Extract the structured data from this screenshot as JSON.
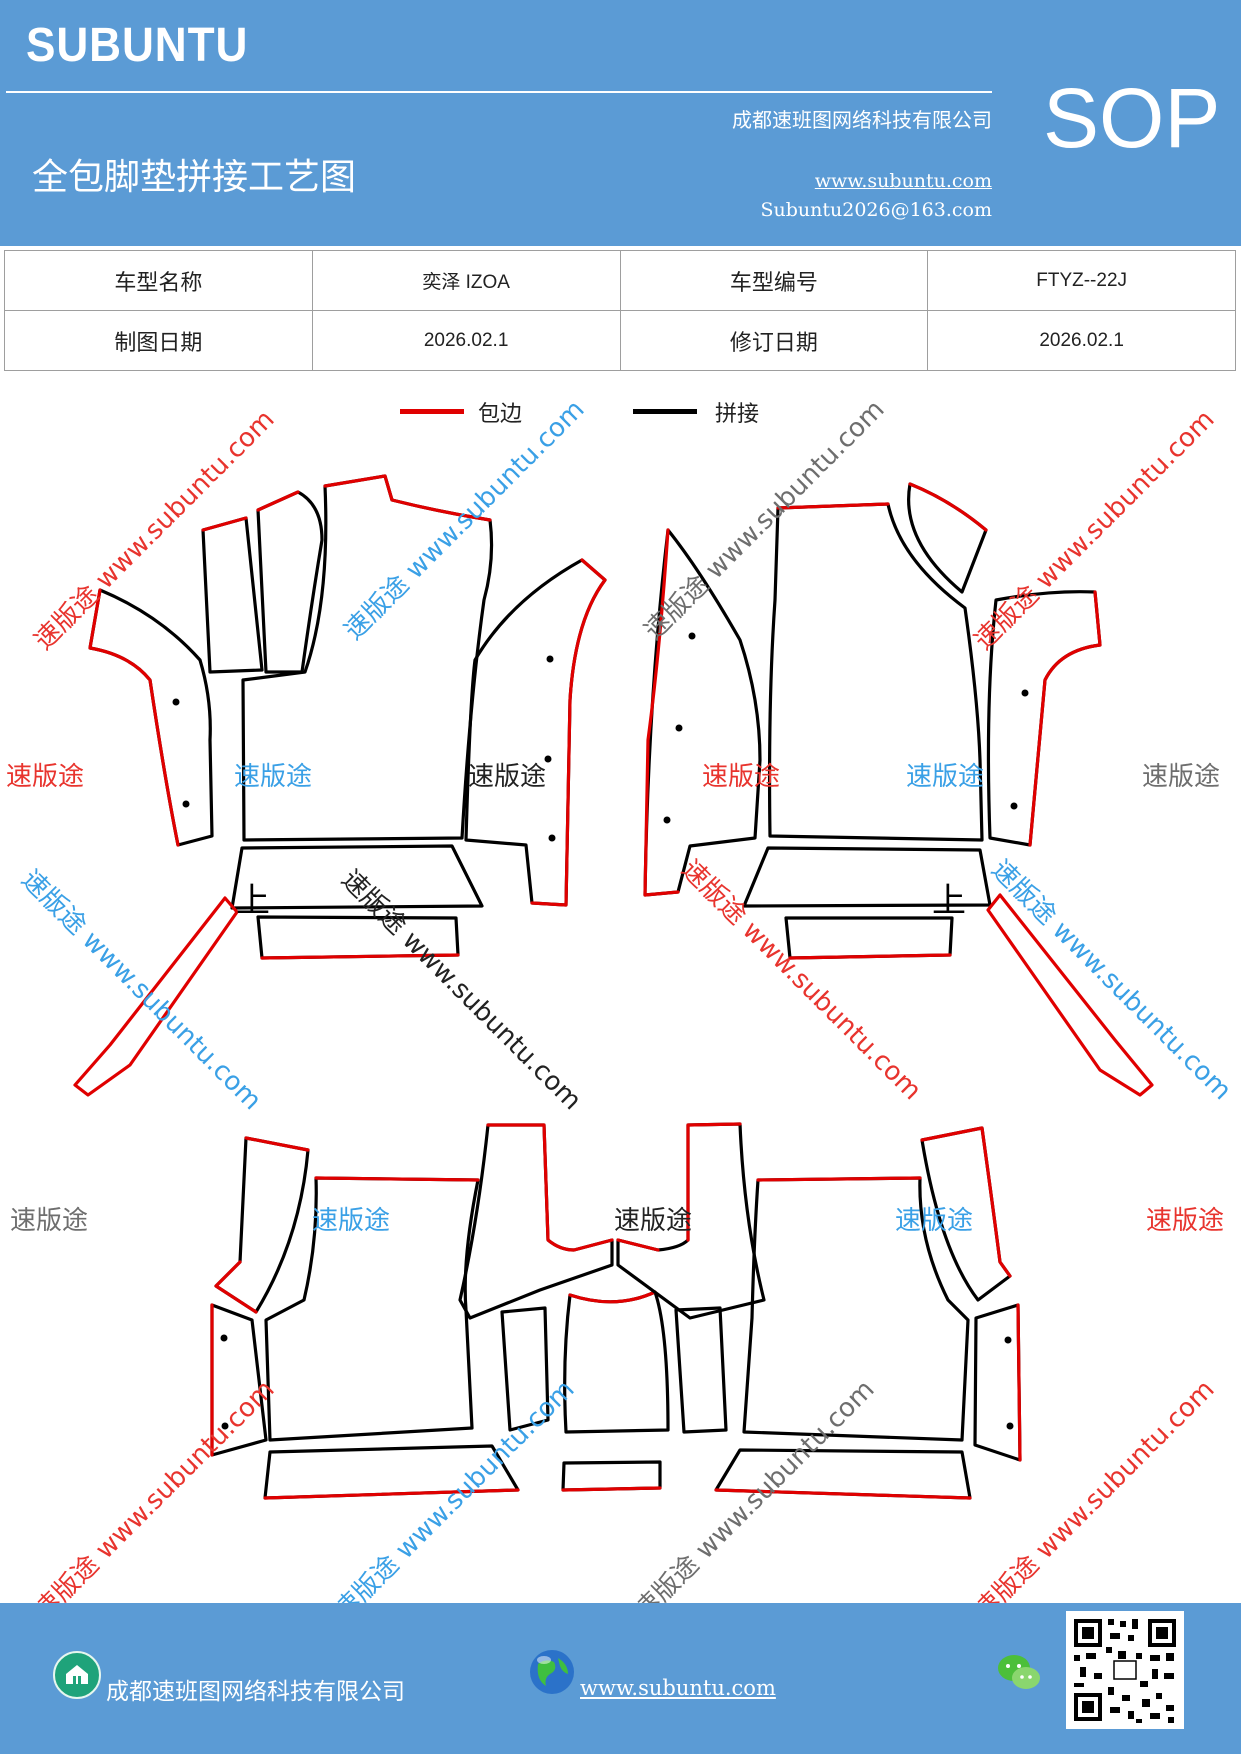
{
  "header": {
    "brand": "SUBUNTU",
    "company": "成都速班图网络科技有限公司",
    "title": "全包脚垫拼接工艺图",
    "website": "www.subuntu.com",
    "email": "Subuntu2026@163.com",
    "badge": "SOP"
  },
  "info_table": {
    "model_name_label": "车型名称",
    "model_name_value": "奕泽 IZOA",
    "model_code_label": "车型编号",
    "model_code_value": "FTYZ--22J",
    "draw_date_label": "制图日期",
    "draw_date_value": "2026.02.1",
    "revise_date_label": "修订日期",
    "revise_date_value": "2026.02.1"
  },
  "legend": {
    "binding_label": "包边",
    "binding_color": "#e00000",
    "splice_label": "拼接",
    "splice_color": "#000000"
  },
  "watermarks": {
    "brand_cn": "速版途",
    "diag_1": "速版途 www.subuntu.com",
    "diag_2": "速版途 www.subuntu.com",
    "diag_3": "速版途 www.subuntu.com",
    "diag_4": "速版途 www.subuntu.com",
    "diag_5": "速版途 www.subuntu.com",
    "diag_6": "速版途 www.subuntu.com",
    "diag_7": "速版途 www.subuntu.com",
    "diag_8": "速版途 www.subuntu.com",
    "diag_9": "速版途 www.subuntu.com",
    "diag_10": "速版途 www.subuntu.com",
    "diag_11": "速版途 www.subuntu.com",
    "diag_12": "速版途 www.subuntu.com",
    "colors": [
      "#e8342e",
      "#3aa0e6",
      "#6e6e6e"
    ]
  },
  "markers": {
    "up_left": "上",
    "up_right": "上"
  },
  "footer": {
    "company": "成都速班图网络科技有限公司",
    "website": "www.subuntu.com",
    "icons": [
      "home-icon",
      "globe-icon",
      "wechat-icon",
      "qr-code"
    ]
  }
}
